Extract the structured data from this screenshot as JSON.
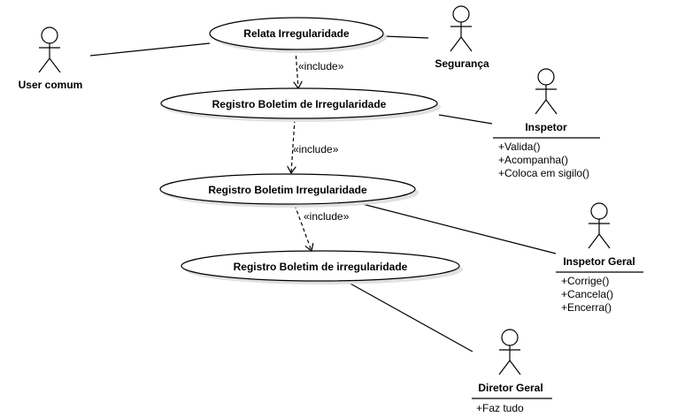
{
  "use_cases": {
    "uc1": "Relata Irregularidade",
    "uc2": "Registro Boletim de Irregularidade",
    "uc3": "Registro Boletim Irregularidade",
    "uc4": "Registro Boletim de irregularidade"
  },
  "relations": {
    "include1": "«include»",
    "include2": "«include»",
    "include3": "«include»"
  },
  "actors": {
    "user_comum": {
      "name": "User comum"
    },
    "seguranca": {
      "name": "Segurança"
    },
    "inspetor": {
      "name": "Inspetor",
      "methods": [
        "+Valida()",
        "+Acompanha()",
        "+Coloca em sigilo()"
      ]
    },
    "inspetor_geral": {
      "name": "Inspetor Geral",
      "methods": [
        "+Corrige()",
        "+Cancela()",
        "+Encerra()"
      ]
    },
    "diretor_geral": {
      "name": "Diretor Geral",
      "methods": [
        "+Faz tudo"
      ]
    }
  }
}
